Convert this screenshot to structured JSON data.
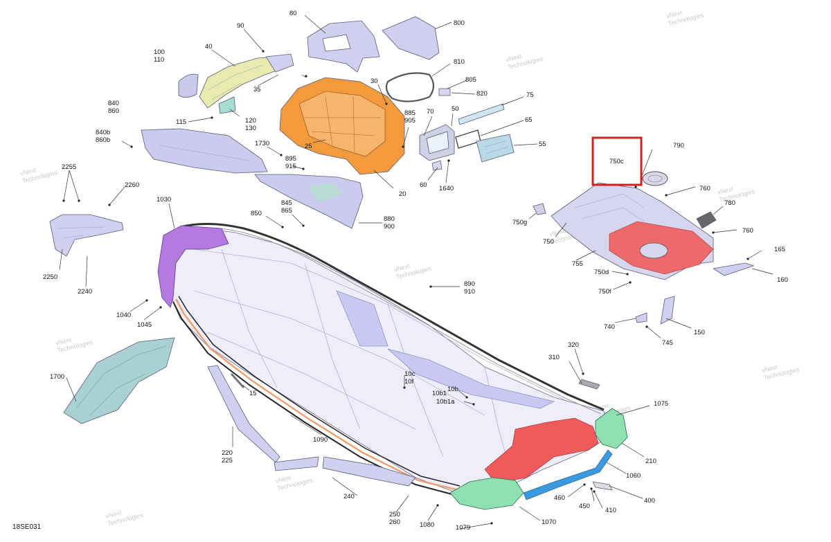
{
  "diagram": {
    "code": "18SE031",
    "highlight_label": "750c",
    "highlight_color": "#d62020",
    "watermark": [
      "vNext",
      "Technologies"
    ],
    "callouts": {
      "c90": "90",
      "c80": "80",
      "c800": "800",
      "c100": "100",
      "c110": "110",
      "c40": "40",
      "c35": "35",
      "c30": "30",
      "c810": "810",
      "c805": "805",
      "c820": "820",
      "c75": "75",
      "c65": "65",
      "c55": "55",
      "c50": "50",
      "c70": "70",
      "c885": "885",
      "c905": "905",
      "c840": "840",
      "c860": "860",
      "c115": "115",
      "c120": "120",
      "c130": "130",
      "c840b": "840b",
      "c860b": "860b",
      "c1730": "1730",
      "c25": "25",
      "c895": "895",
      "c915": "915",
      "c20": "20",
      "c60": "60",
      "c1640": "1640",
      "c2255": "2255",
      "c2260": "2260",
      "c1030": "1030",
      "c850": "850",
      "c845": "845",
      "c865": "865",
      "c880": "880",
      "c900": "900",
      "c2250": "2250",
      "c2240": "2240",
      "c790": "790",
      "c760a": "760",
      "c780": "780",
      "c760b": "760",
      "c750g": "750g",
      "c750": "750",
      "c755": "755",
      "c750d": "750d",
      "c750f": "750f",
      "c165": "165",
      "c160": "160",
      "c740": "740",
      "c745": "745",
      "c150": "150",
      "c890": "890",
      "c910": "910",
      "c1040": "1040",
      "c1045": "1045",
      "c1700": "1700",
      "c15": "15",
      "c320": "320",
      "c310": "310",
      "c10c": "10c",
      "c10f": "10f",
      "c10b": "10b",
      "c10b1": "10b1",
      "c10b1a": "10b1a",
      "c1075": "1075",
      "c220": "220",
      "c225": "225",
      "c1090": "1090",
      "c210": "210",
      "c1060": "1060",
      "c240": "240",
      "c460": "460",
      "c450": "450",
      "c410": "410",
      "c400": "400",
      "c250": "250",
      "c260": "260",
      "c1080": "1080",
      "c1079": "1079",
      "c1070": "1070"
    }
  }
}
